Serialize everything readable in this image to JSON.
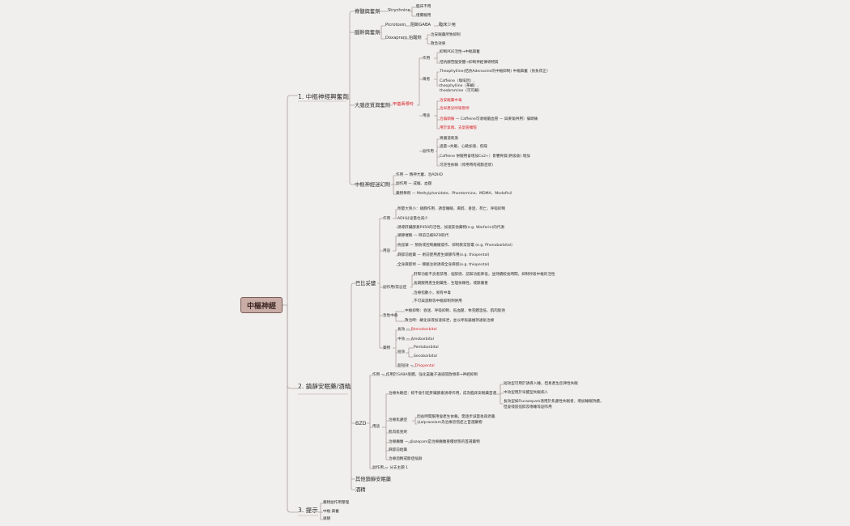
{
  "root": "中樞神經",
  "s1": {
    "title": "1. 中樞神經興奮劑",
    "spinal": {
      "label": "脊髓興奮劑",
      "drug": "Strychnine",
      "e1": "臨床不用",
      "e2": "僅實驗用"
    },
    "brainstem": {
      "label": "腦幹興奮劑",
      "p1": "Picrotoxin",
      "p1a": "阻斷GABA",
      "p1b": "臨床少用",
      "p2": "Doxapram",
      "p2a": "抬醒劑",
      "p2b": "治安眠藥所致抑制",
      "p2c": "救急效果"
    },
    "cortex": {
      "label": "大腦皮質興奮劑",
      "xan": "甲基黃嘌呤",
      "mech": "作用",
      "m1": "抑制PDE活性→中樞興奮",
      "m2": "拮抗腺苷酸受體→抑制神經傳導物質",
      "str": "兩者",
      "st1": "Theophylline(拮抗Adenosine的中樞抑制) 中樞興奮（負負得正）",
      "st2a": "Caffeine（咖啡因）,",
      "st2b": "theophylline（茶鹼）,",
      "st2c": "theobromine（可可鹼）",
      "use": "用途",
      "u1": "治安眠藥中毒",
      "u2": "治早產兒呼吸暫停",
      "u3": "治偏頭痛",
      "u3b": "Caffeine可收縮腦血管",
      "u3c": "與麥角併用）偏頭痛",
      "u4": "用於氣喘、支氣管擴張",
      "se": "副作用",
      "se1": "胃腸道刺激",
      "se2": "過量→失眠、心跳加速、焦躁",
      "se3": "Caffeine 併服用會增加Ca2+）影響骨質(鈣吸收) 增加",
      "se4": "可逆性依賴（停用時有戒斷症狀）"
    },
    "psycho": {
      "label": "中樞神經迷幻劑",
      "a1": "作用",
      "a1b": "精神亢奮、治ADHD",
      "a2": "副作用",
      "a2b": "成癮、血壓",
      "a3": "藥物舉例",
      "a3b": "Methylphenidate、Phentermine、MDMA、Modafinil"
    }
  },
  "s2": {
    "title": "2. 鎮靜安眠藥/酒精",
    "barb": {
      "label": "巴比妥鹽",
      "act": "作用",
      "act1": "劑量大到小：鎮靜作用、誘發睡眠、麻醉、昏迷、死亡、呼吸抑制",
      "act2": "ADH分泌量也減少",
      "act3": "誘導肝臟酵素P450的活性，加速其他藥物(e.g. Warfarin)的代謝",
      "use": "用途",
      "use1": "鎮靜催眠 — 目前已被BZD取代",
      "use2": "抗痙攣 — 預防或控制癲癇發作、抑制異常放電 (e.g. Phenobarbital)",
      "use3": "麻醉前給藥 — 術前使用產生鎮靜作用(e.g. thiopental)",
      "use4": "全身麻醉劑 — 靜脈注射誘導全身麻醉(e.g. thiopental)",
      "se": "副作用/禁忌症",
      "se1": "肝腎功能不良者禁用、宿醉感、認知功能降低，並持續較長時間，抑制呼吸中樞的活性",
      "se2": "長期服用產生耐藥性、生理依賴性，戒斷嚴重",
      "se3": "治療指數小，易有中毒",
      "se4": "不可與酒精等中樞抑制劑併用",
      "tox": "急性中毒",
      "tox1": "中樞抑制：昏迷、呼吸抑制、低血壓、休克體溫低、肌肉鬆弛",
      "tox2": "救治時：鹼化尿液加速排泄，並以呼吸器維持通氣治療",
      "cls": "藥物",
      "c1": "長效",
      "c1d": "Phenobarbital",
      "c2": "中效",
      "c2d": "Amobarbital",
      "c3": "短效",
      "c3d1": "Pentobarbital",
      "c3d2": "Secobarbital",
      "c4": "超短效",
      "c4d": "Thiopental"
    },
    "bzd": {
      "label": "BZD",
      "act": "作用",
      "actb": "作用於GABA受體，強化氯離子通道開放頻率→神經抑制",
      "use": "用途",
      "u1": "治療失眠症：較不會引起肝臟酵素誘導作用，成為臨床安眠藥首選",
      "u1a": "短效型可用於誘導入睡，但易產生反彈性失眠",
      "u1b": "中效型用於早醒型失眠病人",
      "u1c1": "長效型如Flurazepam適用於焦慮性失眠者，增加睡眠持續，",
      "u1c2": "但會殘留宿醉及嗜睡等副作用",
      "u2": "治療焦慮症",
      "u2a": "因長時間服用會產生依賴，需逐步減量後再停藥",
      "u2b": "以alprazolam為治療恐慌症之首選藥物",
      "u3": "肌肉鬆弛劑",
      "u4": "治療癲癇",
      "u4b": "diazepam是治療癲癇重積狀態的首選藥物",
      "u5": "麻醉前給藥",
      "u6": "治療酒精戒斷症候群",
      "se": "副作用",
      "seb": "分支主題 1"
    },
    "other": "其他鎮靜安眠藥",
    "alcohol": "酒精"
  },
  "s3": {
    "title": "3. 提示",
    "t1": "藥物副作用整理",
    "t2": "中樞 興奮",
    "t3": "鎮靜"
  }
}
